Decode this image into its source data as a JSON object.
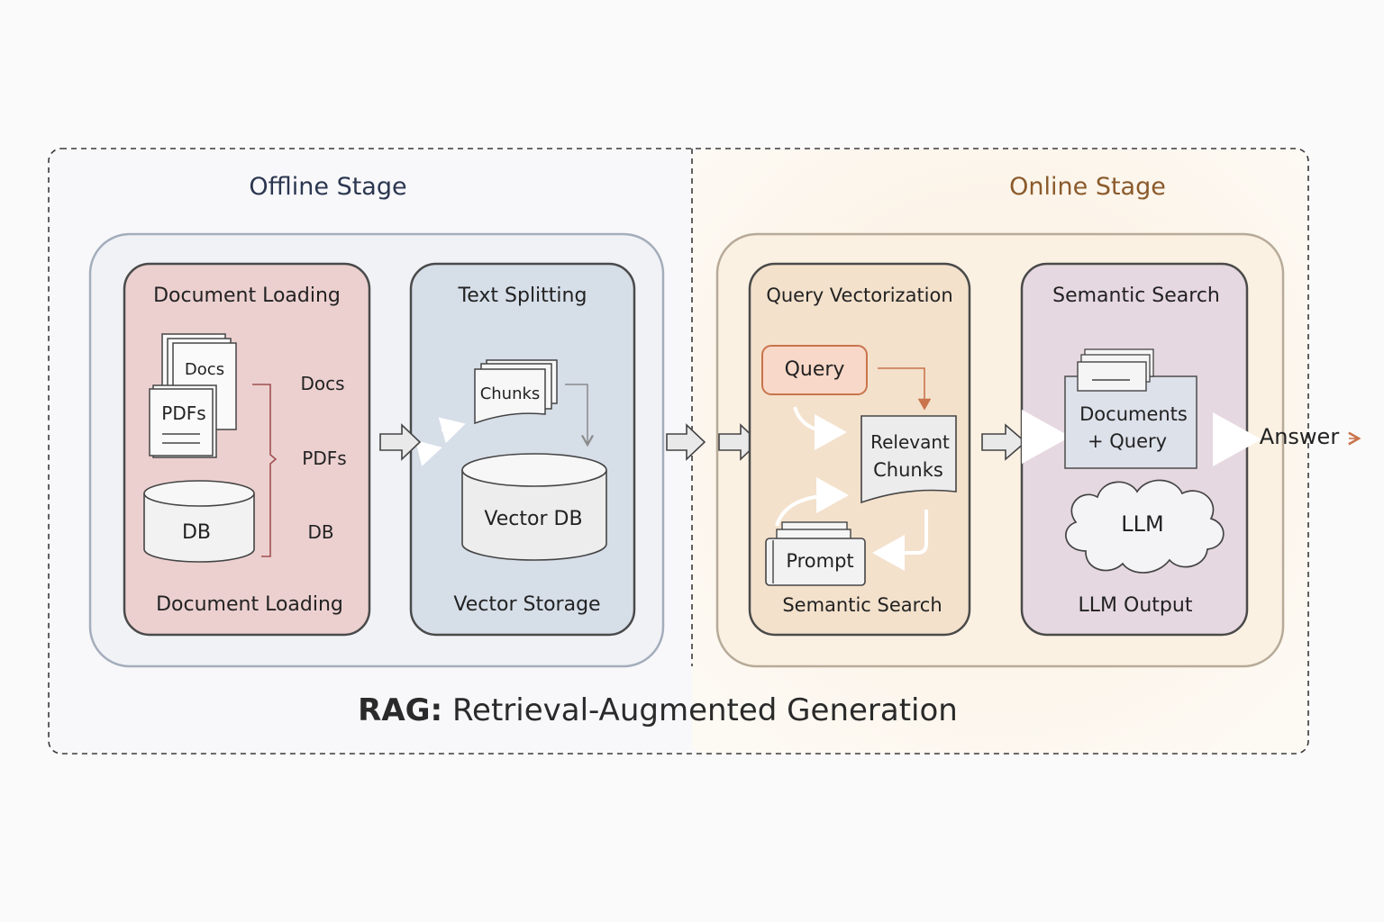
{
  "offline_stage": {
    "title": "Offline Stage",
    "document_loading": {
      "title": "Document Loading",
      "footer": "Document Loading",
      "docs_icon_label": "Docs",
      "pdfs_icon_label": "PDFs",
      "db_icon_label": "DB",
      "list": [
        "Docs",
        "PDFs",
        "DB"
      ]
    },
    "text_splitting": {
      "title": "Text Splitting",
      "chunks_label": "Chunks",
      "vector_db_label": "Vector DB",
      "footer": "Vector Storage"
    }
  },
  "online_stage": {
    "title": "Online Stage",
    "query_vectorization": {
      "title": "Query Vectorization",
      "query_label": "Query",
      "relevant_chunks_line1": "Relevant",
      "relevant_chunks_line2": "Chunks",
      "prompt_label": "Prompt",
      "footer": "Semantic Search"
    },
    "semantic_search": {
      "title": "Semantic Search",
      "documents_query_line1": "Documents",
      "documents_query_line2": "+ Query",
      "llm_label": "LLM",
      "footer": "LLM Output"
    },
    "answer_label": "Answer"
  },
  "caption": {
    "bold": "RAG:",
    "rest": " Retrieval-Augmented Generation"
  },
  "colors": {
    "offline_title": "#2b3650",
    "online_title": "#8a5a2b",
    "document_loading_fill": "#ecd0d0",
    "text_splitting_fill": "#d6dee8",
    "query_vectorization_fill": "#f3e1cc",
    "semantic_search_fill": "#e6d8e0",
    "query_accent": "#c9744c",
    "border": "#4a4a4a"
  }
}
